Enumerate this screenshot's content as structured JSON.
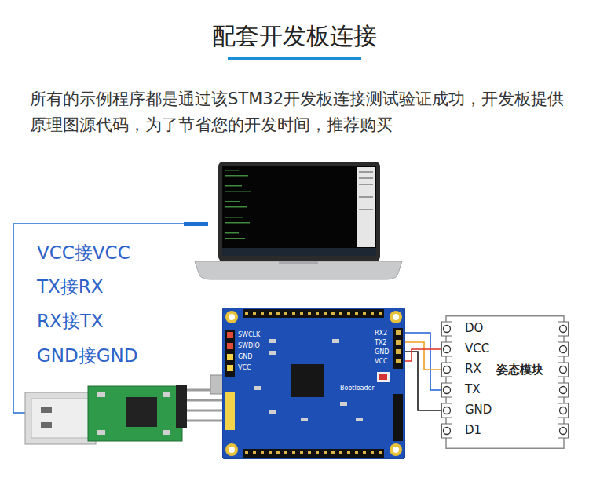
{
  "diagram": {
    "title": "配套开发板连接",
    "caption": "所有的示例程序都是通过该STM32开发板连接测试验证成功，开发板提供原理图源代码，为了节省您的开发时间，推荐购买",
    "nodes": [
      {
        "text": [
          "SWCLK",
          "SWDIO",
          "GND",
          "VCC",
          "RX2",
          "TX2",
          "GND",
          "VCC",
          "Bootloader"
        ]
      },
      {
        "text": [
          "DO",
          "VCC",
          "RX",
          "TX",
          "GND",
          "D1",
          "姿态模块"
        ]
      }
    ],
    "edges": [
      {
        "from": 0,
        "to": 1,
        "arrow": "none"
      },
      {
        "from": 0,
        "to": 1,
        "arrow": "none"
      },
      {
        "from": 0,
        "to": 1,
        "arrow": "none"
      },
      {
        "from": 0,
        "to": 1,
        "arrow": "none"
      }
    ],
    "labels": [
      "VCC接VCC",
      "TX接RX",
      "RX接TX",
      "GND接GND"
    ]
  }
}
